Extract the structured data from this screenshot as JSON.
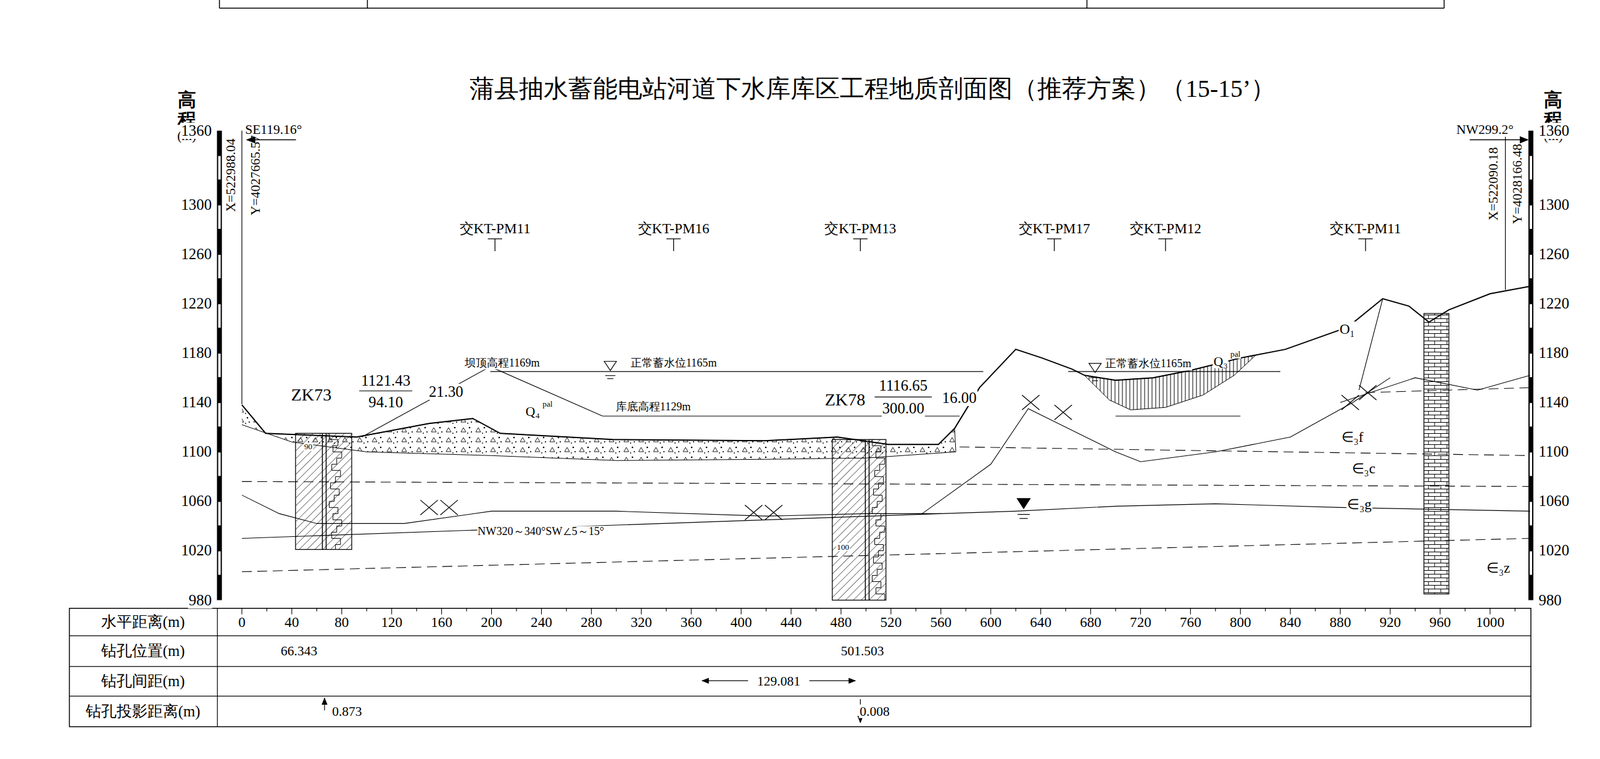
{
  "diagram": {
    "title": "蒲县抽水蓄能电站河道下水库库区工程地质剖面图（推荐方案）（15-15’）",
    "labels": [
      "高程",
      "(m)",
      "高程",
      "(m)",
      "1360",
      "1300",
      "1260",
      "1220",
      "1180",
      "1140",
      "1100",
      "1060",
      "1020",
      "980",
      "1360",
      "1300",
      "1260",
      "1220",
      "1180",
      "1140",
      "1100",
      "1060",
      "1020",
      "980",
      "SE119.16°",
      "X=522988.04",
      "Y=4027665.57",
      "NW299.2°",
      "X=522090.18",
      "Y=4028166.48",
      "交KT-PM11",
      "交KT-PM16",
      "交KT-PM13",
      "交KT-PM17",
      "交KT-PM12",
      "交KT-PM11",
      "ZK73",
      "1121.43",
      "94.10",
      "21.30",
      "ZK78",
      "1116.65",
      "300.00",
      "16.00",
      "坝顶高程1169m",
      "正常蓄水位1165m",
      "库底高程1129m",
      "正常蓄水位1165m",
      "Q₄",
      "pal",
      "Q₃",
      "pal",
      "O₁",
      "∈₃f",
      "∈₃c",
      "∈₃g",
      "∈₃z",
      "NW320～340°SW∠5～15°",
      "90",
      "100",
      "水平距离(m)",
      "钻孔位置(m)",
      "钻孔间距(m)",
      "钻孔投影距离(m)",
      "0",
      "40",
      "80",
      "120",
      "160",
      "200",
      "240",
      "280",
      "320",
      "360",
      "400",
      "440",
      "480",
      "520",
      "560",
      "600",
      "640",
      "680",
      "720",
      "760",
      "800",
      "840",
      "880",
      "920",
      "960",
      "1000",
      "66.343",
      "501.503",
      "129.081",
      "0.873",
      "0.008"
    ]
  }
}
